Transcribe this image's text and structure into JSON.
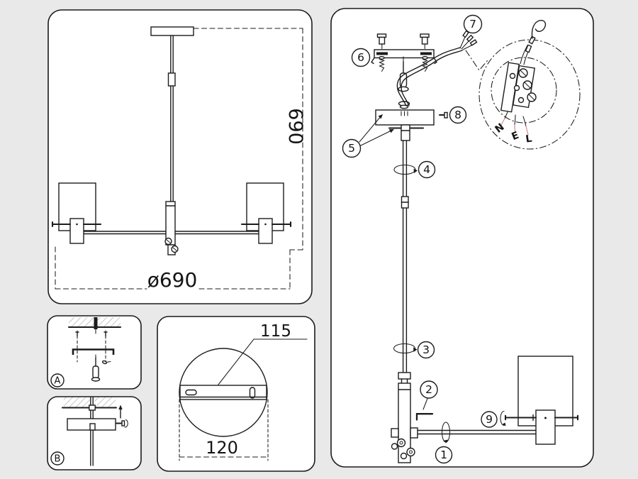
{
  "colors": {
    "background": "#e9e9e9",
    "panel": "#ffffff",
    "line": "#1c1c1c",
    "hatch": "#999999",
    "wire_leader": "#d98b8b"
  },
  "main_view": {
    "height_dim": "690",
    "diameter_dim": "ø690"
  },
  "canopy_detail": {
    "bracket_dim": "115",
    "canopy_dim": "120"
  },
  "steps": {
    "a": "A",
    "b": "B"
  },
  "assembly": {
    "callouts": [
      "1",
      "2",
      "3",
      "4",
      "5",
      "6",
      "7",
      "8",
      "9"
    ],
    "wires": {
      "n": "N",
      "e": "E",
      "l": "L"
    }
  }
}
